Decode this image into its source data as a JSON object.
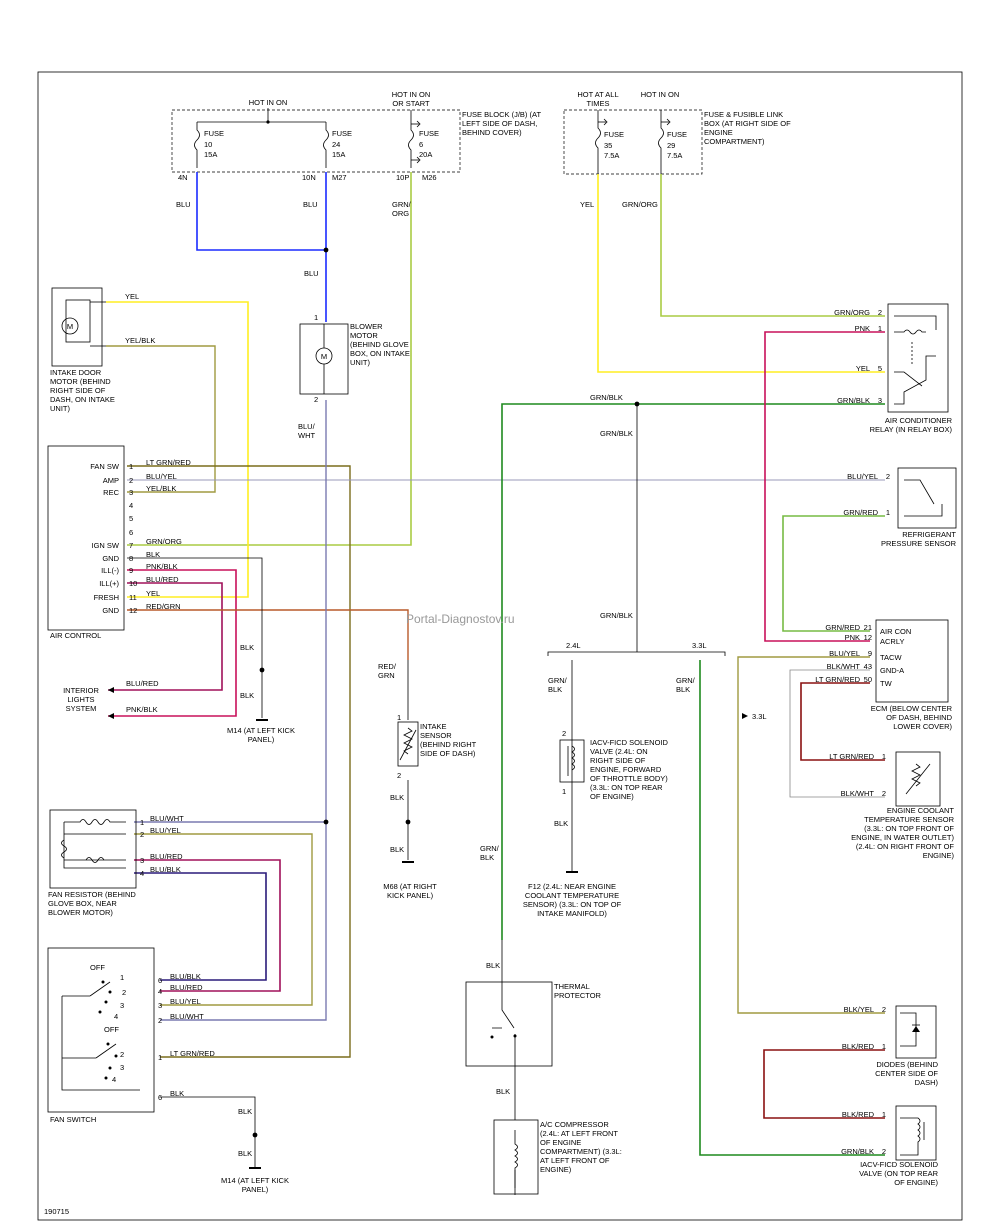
{
  "diagram_id": "190715",
  "watermark": "Portal-Diagnostov.ru",
  "colors": {
    "blu": "#1a2bff",
    "yel": "#ffee22",
    "grn_org": "#aacc44",
    "grn_blk": "#1f8a1f",
    "pnk": "#c8105a",
    "olive": "#a09a40",
    "lt_grn_red": "#7a6d1c",
    "blu_red": "#a0105a",
    "blu_blk": "#2a1a7a",
    "blu_wht": "#7a7ab0",
    "red_grn": "#b85a2a",
    "blk_red": "#8a1010",
    "blk": "#000000"
  },
  "fuse_block": {
    "hot_run": "HOT IN ON",
    "hot_start": "HOT IN ON OR START",
    "title": "FUSE BLOCK (J/B) (AT LEFT SIDE OF DASH, BEHIND COVER)",
    "fuses": [
      {
        "label": "FUSE",
        "num": "10",
        "amp": "15A",
        "terminal": "4N"
      },
      {
        "label": "FUSE",
        "num": "24",
        "amp": "15A",
        "terminal": "10N",
        "terminal2": "M27"
      },
      {
        "label": "FUSE",
        "num": "6",
        "amp": "20A",
        "terminal": "10P",
        "terminal2": "M26"
      }
    ]
  },
  "fusible_box": {
    "hot_all": "HOT AT ALL TIMES",
    "hot_on": "HOT IN ON",
    "title": "FUSE & FUSIBLE LINK BOX (AT RIGHT SIDE OF ENGINE COMPARTMENT)",
    "fuses": [
      {
        "label": "FUSE",
        "num": "35",
        "amp": "7.5A"
      },
      {
        "label": "FUSE",
        "num": "29",
        "amp": "7.5A"
      }
    ]
  },
  "wires": {
    "blu": "BLU",
    "yel": "YEL",
    "grn_org": "GRN/ORG",
    "grn_org_split": "GRN/ ORG",
    "yel_blk": "YEL/BLK",
    "blu_wht": "BLU/ WHT",
    "grn_blk": "GRN/BLK",
    "grn_blk_split": "GRN/ BLK",
    "pnk": "PNK",
    "blk": "BLK",
    "red_grn": "RED/ GRN",
    "blu_red": "BLU/RED",
    "pnk_blk": "PNK/BLK",
    "blu_yel": "BLU/YEL",
    "grn_red": "GRN/RED",
    "lt_grn_red": "LT GRN/RED",
    "blk_wht": "BLK/WHT",
    "blk_yel": "BLK/YEL",
    "blk_red": "BLK/RED",
    "blu_blk": "BLU/BLK",
    "red_grn_air": "RED/GRN"
  },
  "intake_door_motor": "INTAKE DOOR MOTOR (BEHIND RIGHT SIDE OF DASH, ON INTAKE UNIT)",
  "blower_motor": "BLOWER MOTOR (BEHIND GLOVE BOX, ON INTAKE UNIT)",
  "air_control": {
    "title": "AIR CONTROL",
    "pins": [
      {
        "name": "FAN SW",
        "num": "1",
        "wire": "LT GRN/RED"
      },
      {
        "name": "AMP",
        "num": "2",
        "wire": "BLU/YEL"
      },
      {
        "name": "REC",
        "num": "3",
        "wire": "YEL/BLK"
      },
      {
        "name": "",
        "num": "4",
        "wire": ""
      },
      {
        "name": "",
        "num": "5",
        "wire": ""
      },
      {
        "name": "",
        "num": "6",
        "wire": ""
      },
      {
        "name": "IGN SW",
        "num": "7",
        "wire": "GRN/ORG"
      },
      {
        "name": "GND",
        "num": "8",
        "wire": "BLK"
      },
      {
        "name": "ILL(-)",
        "num": "9",
        "wire": "PNK/BLK"
      },
      {
        "name": "ILL(+)",
        "num": "10",
        "wire": "BLU/RED"
      },
      {
        "name": "FRESH",
        "num": "11",
        "wire": "YEL"
      },
      {
        "name": "GND",
        "num": "12",
        "wire": "RED/GRN"
      }
    ]
  },
  "interior_lights": "INTERIOR LIGHTS SYSTEM",
  "m14_upper": "M14 (AT LEFT KICK PANEL)",
  "m14_lower": "M14 (AT LEFT KICK PANEL)",
  "m68": "M68 (AT RIGHT KICK PANEL)",
  "intake_sensor": "INTAKE SENSOR (BEHIND RIGHT SIDE OF DASH)",
  "fan_resistor": {
    "title": "FAN RESISTOR (BEHIND GLOVE BOX, NEAR BLOWER MOTOR)",
    "pins": [
      {
        "num": "1",
        "wire": "BLU/WHT"
      },
      {
        "num": "2",
        "wire": "BLU/YEL"
      },
      {
        "num": "3",
        "wire": "BLU/RED"
      },
      {
        "num": "4",
        "wire": "BLU/BLK"
      }
    ]
  },
  "fan_switch": {
    "title": "FAN SWITCH",
    "off": "OFF",
    "pins": [
      {
        "num": "6",
        "wire": "BLU/BLK"
      },
      {
        "num": "4",
        "wire": "BLU/RED"
      },
      {
        "num": "3",
        "wire": "BLU/YEL"
      },
      {
        "num": "2",
        "wire": "BLU/WHT"
      },
      {
        "num": "1",
        "wire": "LT GRN/RED"
      },
      {
        "num": "6",
        "wire": "BLK"
      }
    ]
  },
  "ac_relay": {
    "title": "AIR CONDITIONER RELAY (IN RELAY BOX)",
    "pins": [
      {
        "wire": "GRN/ORG",
        "num": "2"
      },
      {
        "wire": "PNK",
        "num": "1"
      },
      {
        "wire": "YEL",
        "num": "5"
      },
      {
        "wire": "GRN/BLK",
        "num": "3"
      }
    ]
  },
  "ref_sensor": {
    "title": "REFRIGERANT PRESSURE SENSOR",
    "pins": [
      {
        "wire": "BLU/YEL",
        "num": "2"
      },
      {
        "wire": "GRN/RED",
        "num": "1"
      }
    ]
  },
  "ecm": {
    "title": "ECM (BELOW CENTER OF DASH, BEHIND LOWER COVER)",
    "pins": [
      {
        "wire": "GRN/RED",
        "num": "21",
        "name": "AIR CON"
      },
      {
        "wire": "PNK",
        "num": "12",
        "name": "ACRLY"
      },
      {
        "wire": "BLU/YEL",
        "num": "9",
        "name": "TACW"
      },
      {
        "wire": "BLK/WHT",
        "num": "43",
        "name": "GND-A"
      },
      {
        "wire": "LT GRN/RED",
        "num": "50",
        "name": "TW"
      }
    ]
  },
  "branches": {
    "l24": "2.4L",
    "l33": "3.3L",
    "l33_arrow": "3.3L"
  },
  "iacv_left": "IACV-FICD SOLENOID VALVE (2.4L: ON RIGHT SIDE OF ENGINE, FORWARD OF THROTTLE BODY) (3.3L: ON TOP REAR OF ENGINE)",
  "f12": "F12 (2.4L: NEAR ENGINE COOLANT TEMPERATURE SENSOR) (3.3L: ON TOP OF INTAKE MANIFOLD)",
  "thermal_protector": "THERMAL PROTECTOR",
  "ac_compressor": "A/C COMPRESSOR (2.4L: AT LEFT FRONT OF ENGINE COMPARTMENT) (3.3L: AT LEFT FRONT OF ENGINE)",
  "ect_sensor": {
    "title": "ENGINE COOLANT TEMPERATURE SENSOR (3.3L: ON TOP FRONT OF ENGINE, IN WATER OUTLET) (2.4L: ON RIGHT FRONT OF ENGINE)",
    "pins": [
      {
        "wire": "LT GRN/RED",
        "num": "1"
      },
      {
        "wire": "BLK/WHT",
        "num": "2"
      }
    ]
  },
  "diodes": {
    "title": "DIODES (BEHIND CENTER SIDE OF DASH)",
    "pins": [
      {
        "wire": "BLK/YEL",
        "num": "2"
      },
      {
        "wire": "BLK/RED",
        "num": "1"
      }
    ]
  },
  "iacv_right": {
    "title": "IACV-FICD SOLENOID VALVE (ON TOP REAR OF ENGINE)",
    "pins": [
      {
        "wire": "BLK/RED",
        "num": "1"
      },
      {
        "wire": "GRN/BLK",
        "num": "2"
      }
    ]
  }
}
